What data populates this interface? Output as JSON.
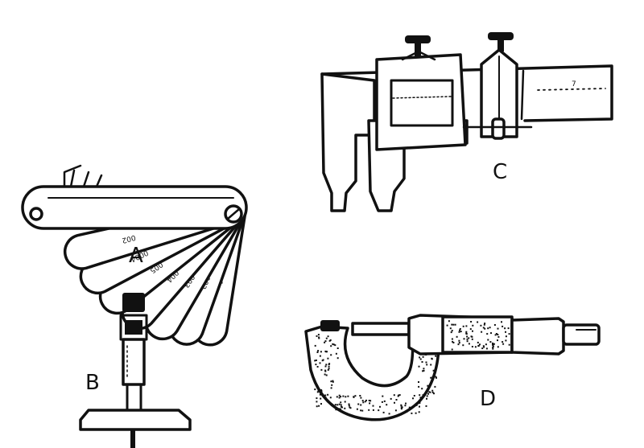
{
  "figure": {
    "labels": {
      "a": "A",
      "b": "B",
      "c": "C",
      "d": "D"
    },
    "feeler_blade_marks": [
      "0.1",
      "002",
      "003",
      "004",
      "005",
      "0004",
      "002"
    ]
  }
}
